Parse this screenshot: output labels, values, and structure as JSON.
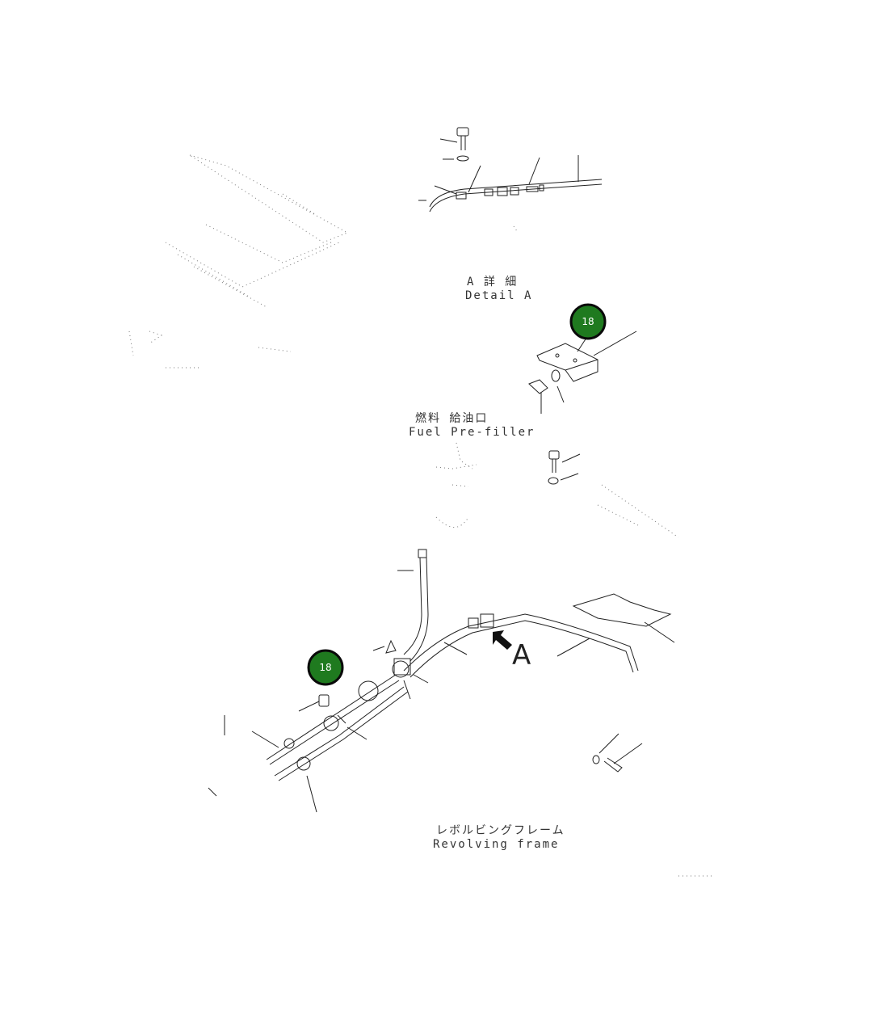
{
  "labels": {
    "detail_a_jp": "A 詳 細",
    "detail_a_en": "Detail A",
    "fuel_filler_jp": "燃料 給油口",
    "fuel_filler_en": "Fuel Pre-filler",
    "revolving_frame_jp": "レボルビングフレーム",
    "revolving_frame_en": "Revolving frame",
    "view_arrow_label": "A"
  },
  "callouts": [
    {
      "id": "callout-top",
      "number": "18"
    },
    {
      "id": "callout-bottom",
      "number": "18"
    }
  ],
  "colors": {
    "callout_fill": "#1f7a1f",
    "callout_ring": "#0a0a0a",
    "line": "#222222"
  }
}
